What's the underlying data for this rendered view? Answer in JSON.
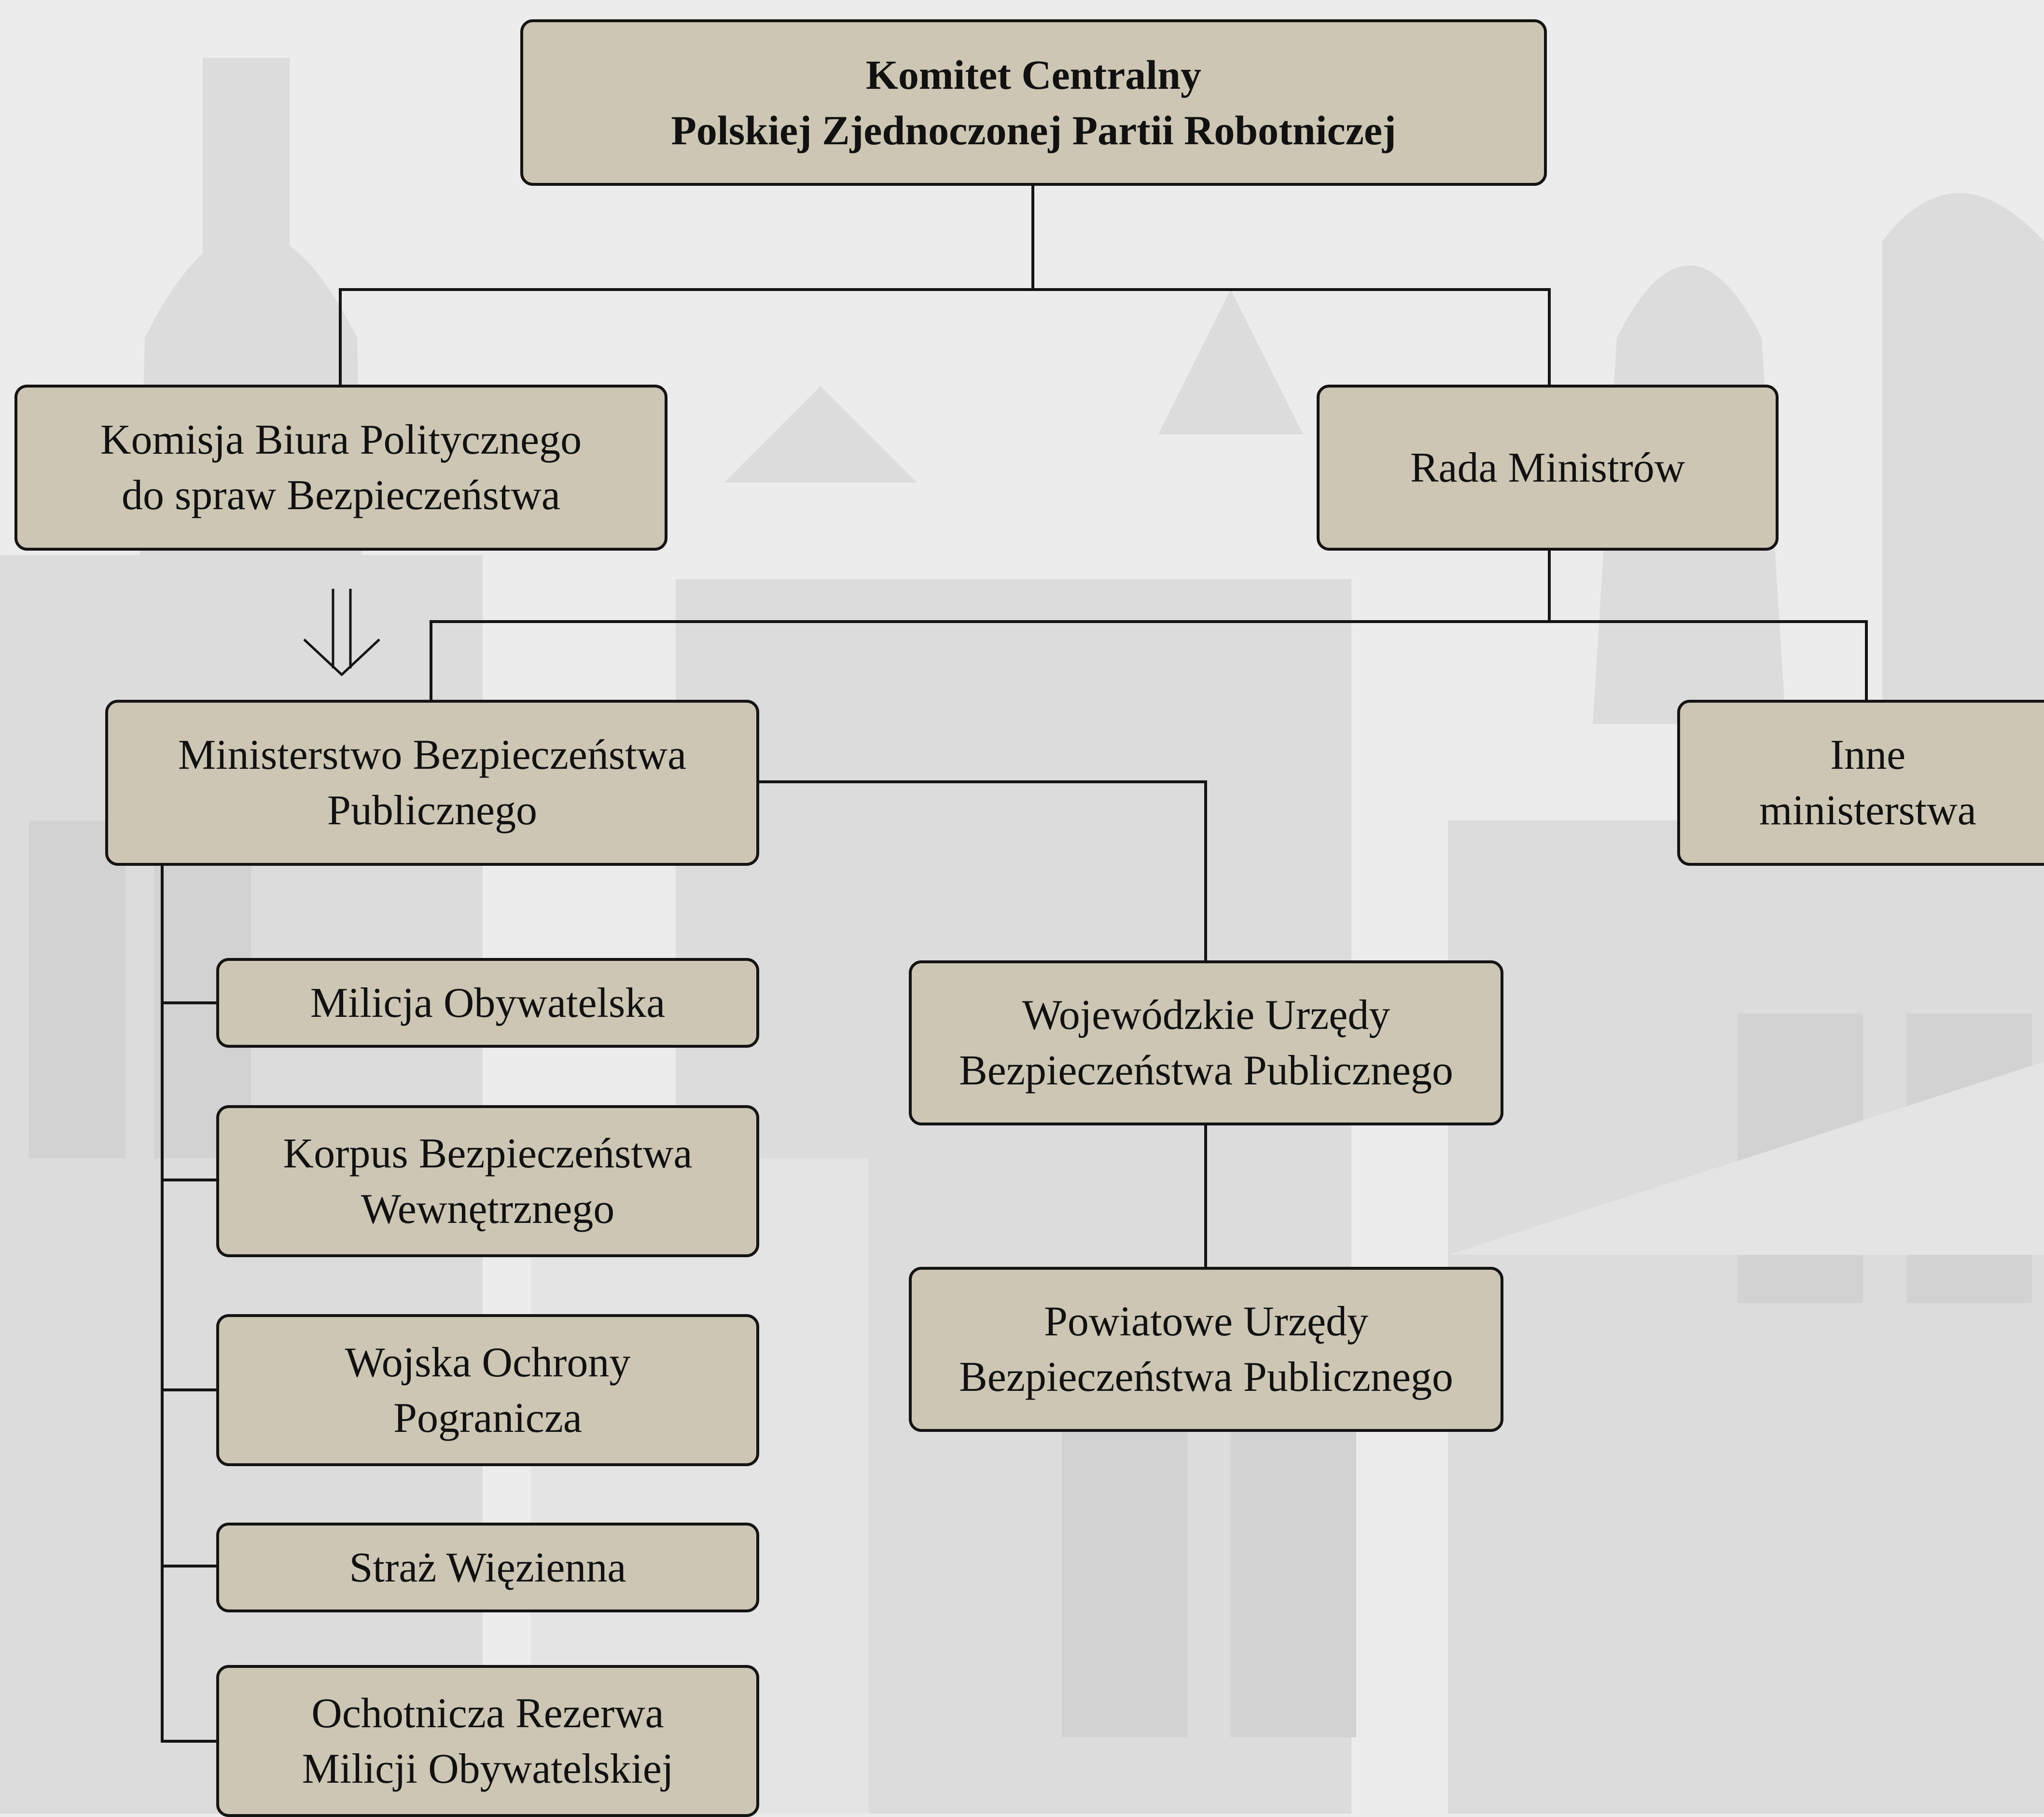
{
  "colors": {
    "box_fill": "#cdc6b4",
    "box_border": "#141414",
    "connector": "#141414",
    "background": "#ececec"
  },
  "nodes": {
    "kc": {
      "lines": [
        "Komitet Centralny",
        "Polskiej Zjednoczonej Partii Robotniczej"
      ]
    },
    "komisja": {
      "lines": [
        "Komisja Biura Politycznego",
        "do spraw Bezpieczeństwa"
      ]
    },
    "rada": {
      "lines": [
        "Rada Ministrów"
      ]
    },
    "mbp": {
      "lines": [
        "Ministerstwo Bezpieczeństwa",
        "Publicznego"
      ]
    },
    "inne": {
      "lines": [
        "Inne",
        "ministerstwa"
      ]
    },
    "milicja": {
      "lines": [
        "Milicja Obywatelska"
      ]
    },
    "korpus": {
      "lines": [
        "Korpus Bezpieczeństwa",
        "Wewnętrznego"
      ]
    },
    "wojska": {
      "lines": [
        "Wojska Ochrony",
        "Pogranicza"
      ]
    },
    "straz": {
      "lines": [
        "Straż Więzienna"
      ]
    },
    "ochotnicza": {
      "lines": [
        "Ochotnicza Rezerwa",
        "Milicji Obywatelskiej"
      ]
    },
    "wojewodzkie": {
      "lines": [
        "Wojewódzkie Urzędy",
        "Bezpieczeństwa Publicznego"
      ]
    },
    "powiatowe": {
      "lines": [
        "Powiatowe Urzędy",
        "Bezpieczeństwa Publicznego"
      ]
    }
  },
  "icons": {
    "influence_arrow": "double-arrow-down-icon"
  }
}
